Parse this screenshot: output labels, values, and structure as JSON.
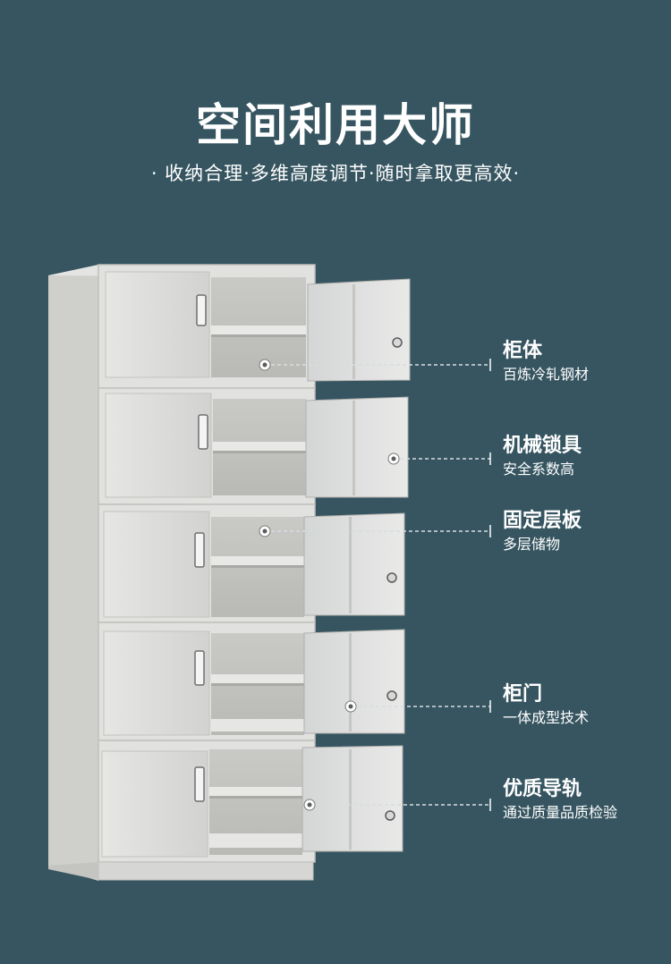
{
  "header": {
    "title": "空间利用大师",
    "subtitle": "· 收纳合理·多维高度调节·随时拿取更高效·"
  },
  "features": [
    {
      "title": "柜体",
      "desc": "百炼冷轧钢材"
    },
    {
      "title": "机械锁具",
      "desc": "安全系数高"
    },
    {
      "title": "固定层板",
      "desc": "多层储物"
    },
    {
      "title": "柜门",
      "desc": "一体成型技术"
    },
    {
      "title": "优质导轨",
      "desc": "通过质量品质检验"
    }
  ],
  "colors": {
    "background": "#365560",
    "cabinet_body": "#dcdcda",
    "callout_line": "#d6dde0"
  }
}
